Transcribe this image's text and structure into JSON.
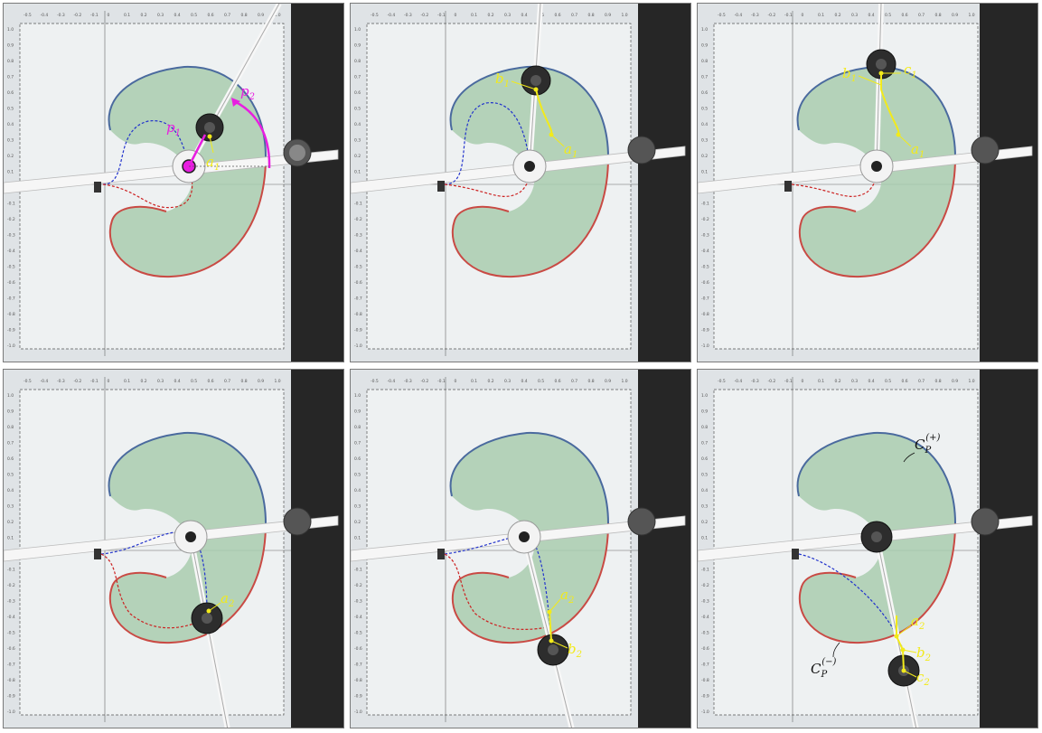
{
  "theme": {
    "shape_fill": "#a9ccaf",
    "upper_boundary": "#4a6a9e",
    "lower_boundary": "#c94a44",
    "annotation_yellow": "#f2ea1b",
    "annotation_magenta": "#e81ee0",
    "dark_wall": "#262626",
    "paper": "#eceff1",
    "icons": {
      "motor_hub": "dark-rotary-hub-icon",
      "base_joint": "white-dial-joint-icon",
      "gear": "spur-gear-icon"
    }
  },
  "axis_ticks": {
    "x": [
      "-0.5",
      "-0.4",
      "-0.3",
      "-0.2",
      "-0.1",
      "0",
      "0.1",
      "0.2",
      "0.3",
      "0.4",
      "0.5",
      "0.6",
      "0.7",
      "0.8",
      "0.9",
      "1.0"
    ],
    "y": [
      "1.0",
      "0.9",
      "0.8",
      "0.7",
      "0.6",
      "0.5",
      "0.4",
      "0.3",
      "0.2",
      "0.1",
      "0",
      "-0.1",
      "-0.2",
      "-0.3",
      "-0.4",
      "-0.5",
      "-0.6",
      "-0.7",
      "-0.8",
      "-0.9",
      "-1.0"
    ]
  },
  "labels": {
    "p1": "p",
    "p1_sub": "1",
    "p2": "p",
    "p2_sub": "2",
    "a1": "a",
    "a1_sub": "1",
    "b1": "b",
    "b1_sub": "1",
    "c1": "c",
    "c1_sub": "1",
    "a2": "a",
    "a2_sub": "2",
    "b2": "b",
    "b2_sub": "2",
    "c2": "c",
    "c2_sub": "2",
    "cp_plus_main": "C",
    "cp_plus_sub": "P",
    "cp_plus_sup": "(+)",
    "cp_minus_main": "C",
    "cp_minus_sub": "P",
    "cp_minus_sup": "(−)"
  }
}
